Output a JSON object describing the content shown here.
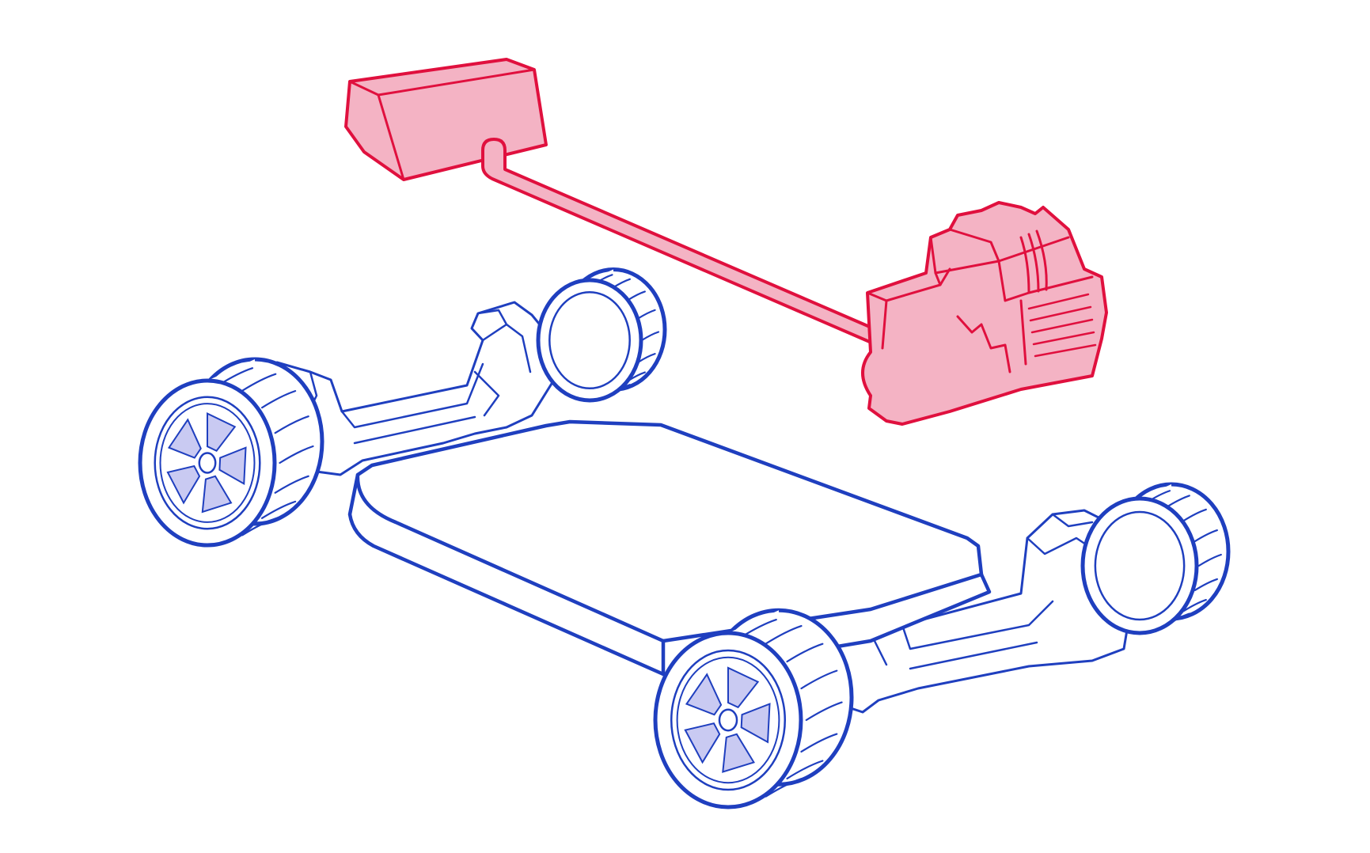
{
  "colors": {
    "chassis_stroke": "#1f3fbf",
    "spoke_tint": "#c9caf2",
    "component_stroke": "#e0103e",
    "component_fill": "#f4b3c4",
    "background": "#ffffff"
  },
  "parts": [
    {
      "id": "battery-pack",
      "icon": "flat-skateboard-battery"
    },
    {
      "id": "front-axle-left-wheel",
      "icon": "wheel"
    },
    {
      "id": "front-axle-right-wheel",
      "icon": "wheel"
    },
    {
      "id": "rear-axle-left-wheel",
      "icon": "wheel"
    },
    {
      "id": "rear-axle-right-wheel",
      "icon": "wheel"
    },
    {
      "id": "control-unit",
      "icon": "wedge-box"
    },
    {
      "id": "cable-harness",
      "icon": "cable"
    },
    {
      "id": "electric-drive-unit",
      "icon": "motor"
    }
  ]
}
